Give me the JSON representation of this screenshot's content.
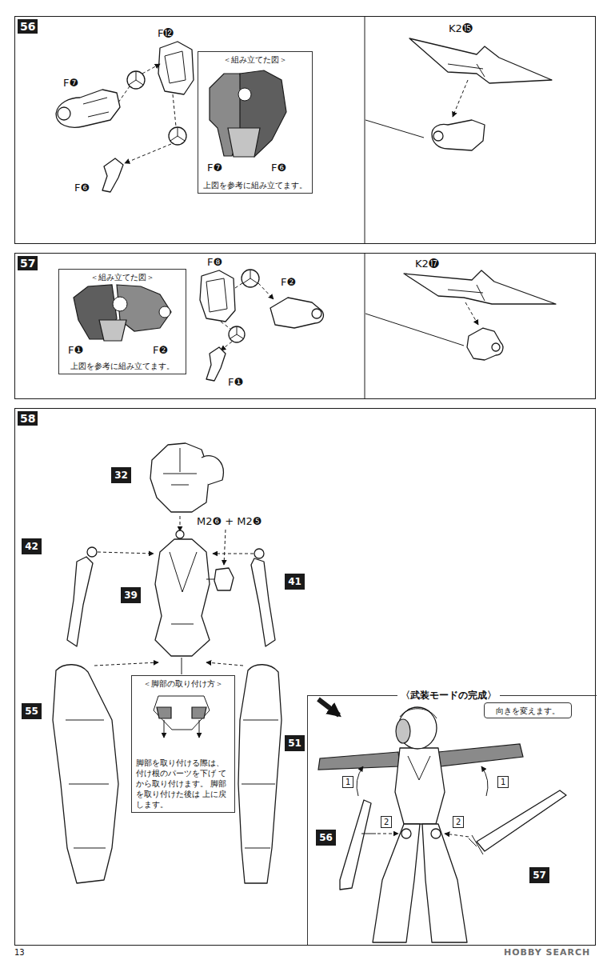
{
  "diagram": {
    "nodes": [
      {
        "text": [
          "56"
        ]
      },
      {
        "text": [
          "＜組み立てた図＞",
          "上図を参考に組み立てます。"
        ],
        "in": 0
      },
      {
        "text": [
          "57"
        ]
      },
      {
        "text": [
          "＜組み立てた図＞",
          "上図を参考に組み立てます。"
        ],
        "in": 2
      },
      {
        "text": [
          "58"
        ]
      },
      {
        "text": [
          "32"
        ],
        "in": 4
      },
      {
        "text": [
          "42"
        ],
        "in": 4
      },
      {
        "text": [
          "39"
        ],
        "in": 4
      },
      {
        "text": [
          "41"
        ],
        "in": 4
      },
      {
        "text": [
          "55"
        ],
        "in": 4
      },
      {
        "text": [
          "51"
        ],
        "in": 4
      },
      {
        "text": [
          "＜脚部の取り付け方＞",
          "脚部を取り付ける際は、 付け根のパーツを下げ てから取り付けます。 脚部を取り付けた後は 上に戻します。"
        ],
        "in": 4
      },
      {
        "text": [
          "〈武装モードの完成〉"
        ],
        "in": 4
      },
      {
        "text": [
          "向きを変えます。"
        ],
        "in": 12
      },
      {
        "text": [
          "56"
        ],
        "in": 12
      },
      {
        "text": [
          "57"
        ],
        "in": 12
      }
    ],
    "labels": [
      "F❼",
      "F⓬",
      "F❼",
      "F❻",
      "F❻",
      "K2⓯",
      "F❶",
      "F❷",
      "F❽",
      "F❷",
      "F❶",
      "K2⓱",
      "M2❻ + M2❺",
      "1",
      "1",
      "2",
      "2",
      "13",
      "HOBBY SEARCH"
    ]
  }
}
